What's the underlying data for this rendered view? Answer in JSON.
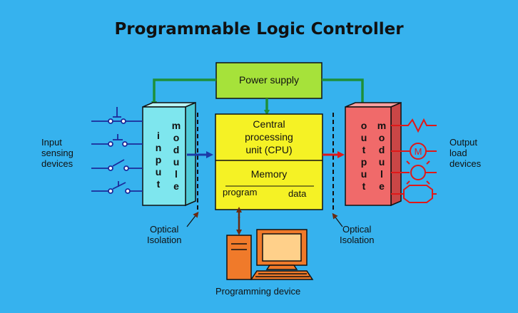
{
  "title": "Programmable Logic Controller",
  "power_supply": "Power supply",
  "cpu": {
    "line1": "Central",
    "line2": "processing",
    "line3": "unit (CPU)"
  },
  "memory": {
    "label": "Memory",
    "program": "program",
    "data": "data"
  },
  "input_module": {
    "word1": "Input",
    "word2": "module"
  },
  "output_module": {
    "word1": "Output",
    "word2": "module"
  },
  "input_devices": {
    "line1": "Input",
    "line2": "sensing",
    "line3": "devices"
  },
  "output_devices": {
    "line1": "Output",
    "line2": "load",
    "line3": "devices"
  },
  "isolation_left": {
    "line1": "Optical",
    "line2": "Isolation"
  },
  "isolation_right": {
    "line1": "Optical",
    "line2": "Isolation"
  },
  "programming_device": "Programming device",
  "colors": {
    "background": "#36b2ee",
    "power_supply": "#a6e23a",
    "cpu": "#f5f225",
    "input_module": "#7ee6ee",
    "output_module": "#f06a6a",
    "wires": "#1d8f3a",
    "computer": "#f07a2a"
  },
  "icons": [
    "motor-icon",
    "lamp-icon",
    "horn-icon",
    "heater-icon",
    "switch-icon",
    "computer-icon"
  ]
}
